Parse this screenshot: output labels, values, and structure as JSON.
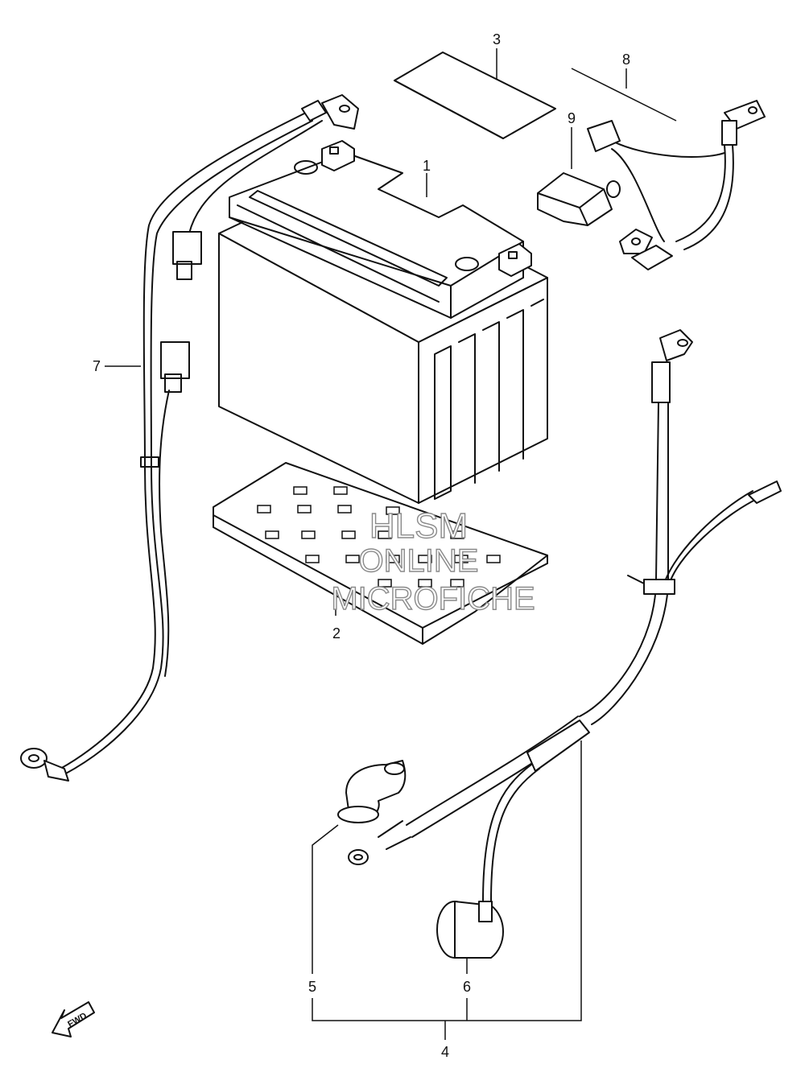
{
  "callouts": {
    "c1": "1",
    "c2": "2",
    "c3": "3",
    "c4": "4",
    "c5": "5",
    "c6": "6",
    "c7": "7",
    "c8": "8",
    "c9": "9"
  },
  "watermark": {
    "line1": "HLSM",
    "line2": "ONLINE",
    "line3": "MICROFICHE"
  },
  "direction_badge": {
    "label": "FWD",
    "icon": "fwd-arrow-icon"
  }
}
